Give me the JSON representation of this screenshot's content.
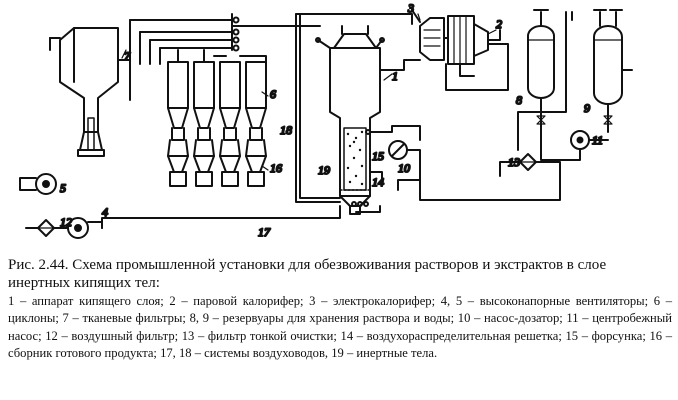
{
  "figure": {
    "labels": {
      "n1": "1",
      "n2": "2",
      "n3": "3",
      "n4": "4",
      "n5": "5",
      "n6": "6",
      "n7": "7",
      "n8": "8",
      "n9": "9",
      "n10": "10",
      "n11": "11",
      "n12": "12",
      "n13": "13",
      "n14": "14",
      "n15": "15",
      "n16": "16",
      "n17": "17",
      "n18": "18",
      "n19": "19"
    }
  },
  "caption": {
    "title": "Рис. 2.44. Схема промышленной установки для обезвоживания растворов и экстрактов в слое инертных кипящих тел:",
    "legend": "1 – аппарат кипящего слоя; 2 – паровой калорифер; 3 – электрокалорифер; 4, 5 – высоконапорные вентиляторы; 6 – циклоны; 7 – тканевые фильтры; 8, 9 – резервуары для хранения раствора и воды; 10 – насос-дозатор; 11 – центробежный насос; 12 – воздушный фильтр; 13 – фильтр тонкой очистки; 14 – воздухораспределительная решетка; 15 – форсунка; 16 – сборник готового продукта; 17, 18 – системы воздуховодов, 19 – инертные тела."
  }
}
